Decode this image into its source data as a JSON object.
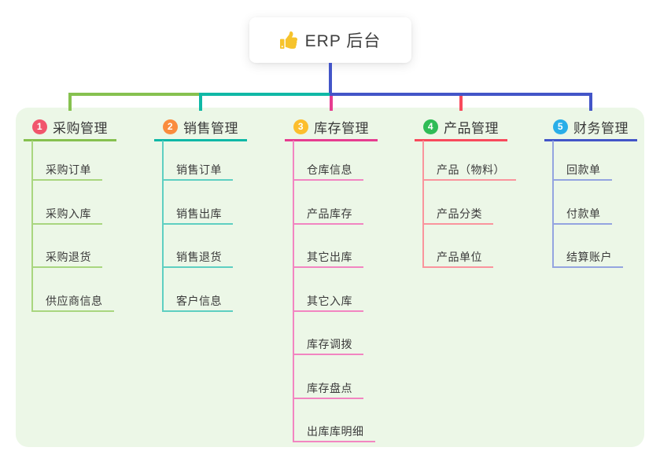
{
  "root": {
    "title": "ERP 后台",
    "icon": "thumbs-up-icon",
    "line_color": "#4355c8",
    "icon_color": "#f6c32c"
  },
  "panel": {
    "background": "#ecf7e7"
  },
  "branches": [
    {
      "number": "1",
      "label": "采购管理",
      "badge_color": "#f1556c",
      "line_color": "#86c14f",
      "child_line_color": "#a9d67f",
      "children": [
        "采购订单",
        "采购入库",
        "采购退货",
        "供应商信息"
      ]
    },
    {
      "number": "2",
      "label": "销售管理",
      "badge_color": "#fa8c3e",
      "line_color": "#0fb8a6",
      "child_line_color": "#5ecfc1",
      "children": [
        "销售订单",
        "销售出库",
        "销售退货",
        "客户信息"
      ]
    },
    {
      "number": "3",
      "label": "库存管理",
      "badge_color": "#fcbe2d",
      "line_color": "#e63d90",
      "child_line_color": "#f285c1",
      "children": [
        "仓库信息",
        "产品库存",
        "其它出库",
        "其它入库",
        "库存调拨",
        "库存盘点",
        "出库库明细"
      ]
    },
    {
      "number": "4",
      "label": "产品管理",
      "badge_color": "#2fbc56",
      "line_color": "#f84a5c",
      "child_line_color": "#fa949d",
      "children": [
        "产品（物料）",
        "产品分类",
        "产品单位"
      ]
    },
    {
      "number": "5",
      "label": "财务管理",
      "badge_color": "#29aee8",
      "line_color": "#4355c8",
      "child_line_color": "#94a4e0",
      "children": [
        "回款单",
        "付款单",
        "结算账户"
      ]
    }
  ]
}
